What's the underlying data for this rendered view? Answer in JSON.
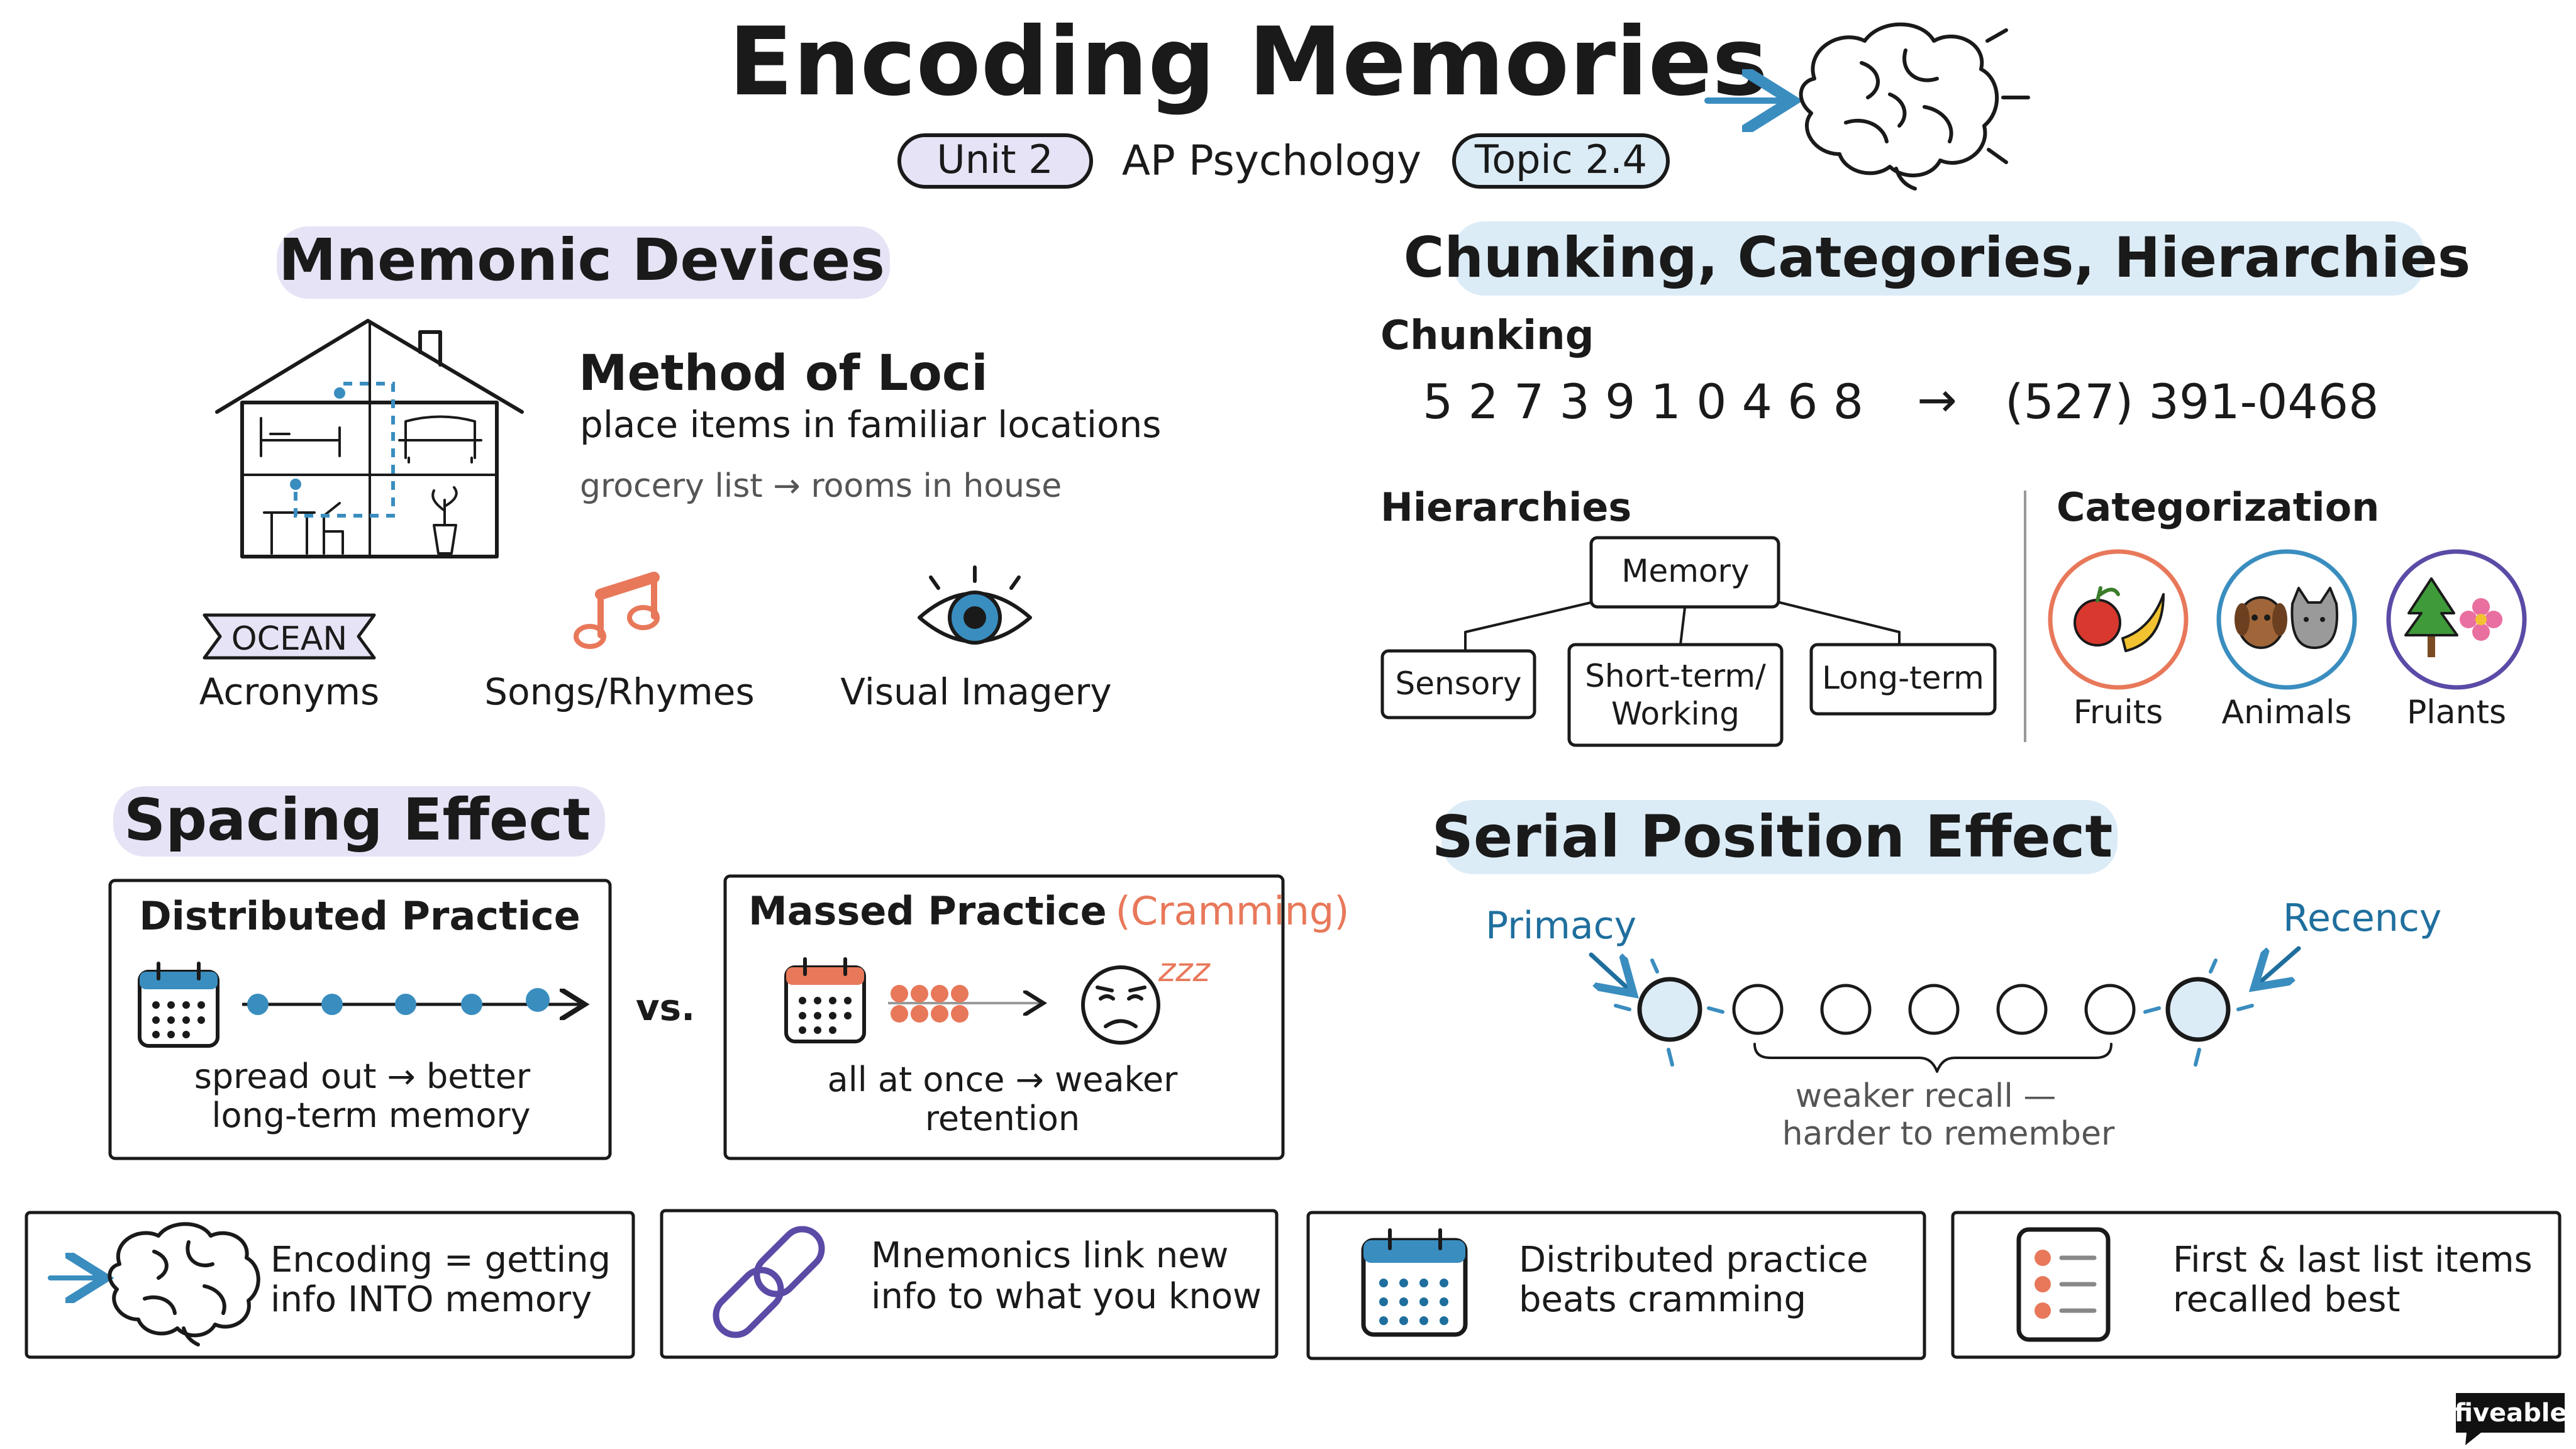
{
  "title": "Encoding Memories",
  "badges": {
    "unit": "Unit 2",
    "course": "AP Psychology",
    "topic": "Topic 2.4"
  },
  "colors": {
    "blue": "#3a8dbf",
    "blue_dark": "#1f6f9e",
    "orange": "#e8785a",
    "purple": "#5b4aa6",
    "highlight_lavender": "#e7e3f6",
    "highlight_blue": "#dcecf7",
    "ink": "#1a1a1a",
    "gray_text": "#555555"
  },
  "mnemonic": {
    "heading": "Mnemonic Devices",
    "loci_title": "Method of Loci",
    "loci_desc": "place items in familiar locations",
    "loci_example": "grocery list → rooms in house",
    "acronym_word": "OCEAN",
    "acronym_label": "Acronyms",
    "songs_label": "Songs/Rhymes",
    "visual_label": "Visual Imagery",
    "icons": [
      "house-icon",
      "music-note-icon",
      "eye-icon"
    ]
  },
  "chunking": {
    "heading": "Chunking, Categories, Hierarchies",
    "chunking_label": "Chunking",
    "digits": "5 2 7 3 9 1 0 4 6 8",
    "arrow": "→",
    "formatted": "(527) 391-0468",
    "hierarchies_label": "Hierarchies",
    "hierarchy": {
      "root": "Memory",
      "children": [
        {
          "line1": "Sensory",
          "line2": ""
        },
        {
          "line1": "Short-term/",
          "line2": "Working"
        },
        {
          "line1": "Long-term",
          "line2": ""
        }
      ]
    },
    "categorization_label": "Categorization",
    "categories": [
      {
        "label": "Fruits",
        "icon": "fruit-icon",
        "ring": "#e8785a"
      },
      {
        "label": "Animals",
        "icon": "animal-icon",
        "ring": "#3a8dbf"
      },
      {
        "label": "Plants",
        "icon": "plant-icon",
        "ring": "#5b4aa6"
      }
    ]
  },
  "spacing": {
    "heading": "Spacing Effect",
    "distributed_title": "Distributed Practice",
    "distributed_line1": "spread out → better",
    "distributed_line2": "long-term memory",
    "vs": "vs.",
    "massed_title": "Massed Practice",
    "massed_highlight": "(Cramming)",
    "massed_line1": "all at once → weaker",
    "massed_line2": "retention",
    "sleep_text": "zzz"
  },
  "serial": {
    "heading": "Serial Position Effect",
    "primacy": "Primacy",
    "recency": "Recency",
    "circle_count": 7,
    "weaker_line1": "weaker recall —",
    "weaker_line2": "harder to remember"
  },
  "takeaways": [
    {
      "line1": "Encoding = getting",
      "line2": "info INTO memory",
      "icon": "brain-icon"
    },
    {
      "line1": "Mnemonics link new",
      "line2": "info to what you know",
      "icon": "link-icon"
    },
    {
      "line1": "Distributed practice",
      "line2": "beats cramming",
      "icon": "calendar-icon"
    },
    {
      "line1": "First & last list items",
      "line2": "recalled best",
      "icon": "list-icon"
    }
  ],
  "brand": "fiveable"
}
